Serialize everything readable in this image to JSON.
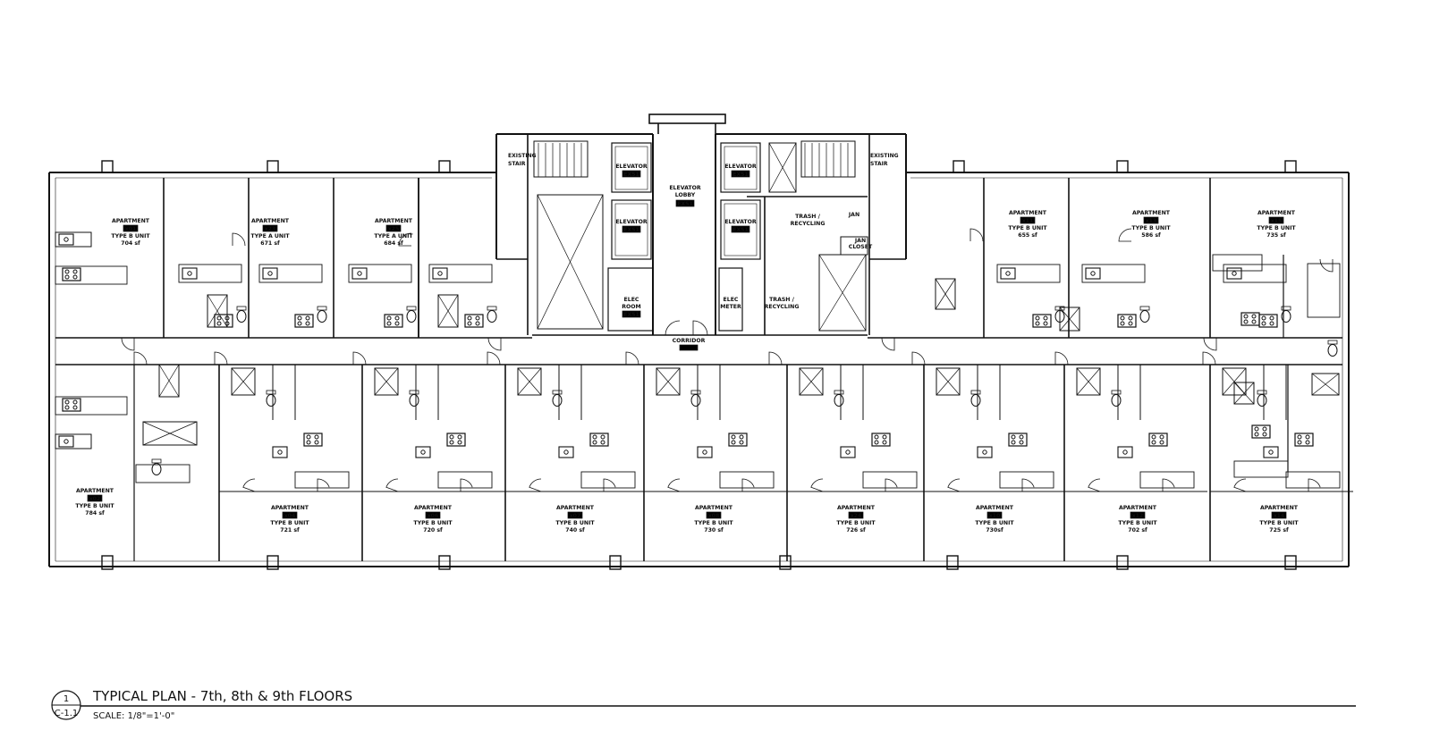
{
  "title_block": {
    "number": "1",
    "sheet": "C-1.1",
    "title": "TYPICAL PLAN - 7th, 8th & 9th FLOORS",
    "scale": "SCALE:  1/8\"=1'-0\""
  },
  "core_rooms": {
    "stair_left": [
      "EXISTING",
      "STAIR"
    ],
    "stair_right": [
      "EXISTING",
      "STAIR"
    ],
    "elevator": "ELEVATOR",
    "elevator_tag": "EX51",
    "elevator_lobby": [
      "ELEVATOR",
      "LOBBY"
    ],
    "elec_room": [
      "ELEC",
      "ROOM"
    ],
    "elec_meter": [
      "ELEC",
      "METER"
    ],
    "trash_1": [
      "TRASH /",
      "RECYCLING"
    ],
    "trash_2": [
      "TRASH /",
      "RECYCLING"
    ],
    "jan": "JAN",
    "jan_closet": [
      "JAN",
      "CLOSET"
    ],
    "corridor": "CORRIDOR"
  },
  "units_top": [
    {
      "label": "APARTMENT",
      "num": "x01",
      "type": "TYPE B UNIT",
      "area": "704 sf"
    },
    {
      "label": "APARTMENT",
      "num": "x23",
      "type": "TYPE A UNIT",
      "area": "671 sf"
    },
    {
      "label": "APARTMENT",
      "num": "x25",
      "type": "TYPE A UNIT",
      "area": "684 sf"
    },
    {
      "label": "APARTMENT",
      "num": "x11",
      "type": "TYPE B UNIT",
      "area": "655 sf"
    },
    {
      "label": "APARTMENT",
      "num": "x13",
      "type": "TYPE B UNIT",
      "area": "586 sf"
    },
    {
      "label": "APARTMENT",
      "num": "x15",
      "type": "TYPE B UNIT",
      "area": "735 sf"
    }
  ],
  "units_bottom": [
    {
      "label": "APARTMENT",
      "num": "x02",
      "type": "TYPE B UNIT",
      "area": "784 sf"
    },
    {
      "label": "APARTMENT",
      "num": "x04",
      "type": "TYPE B UNIT",
      "area": "721 sf"
    },
    {
      "label": "APARTMENT",
      "num": "x06",
      "type": "TYPE B UNIT",
      "area": "720 sf"
    },
    {
      "label": "APARTMENT",
      "num": "x07",
      "type": "TYPE B UNIT",
      "area": "740 sf"
    },
    {
      "label": "APARTMENT",
      "num": "x08",
      "type": "TYPE B UNIT",
      "area": "730 sf"
    },
    {
      "label": "APARTMENT",
      "num": "x24",
      "type": "TYPE B UNIT",
      "area": "726 sf"
    },
    {
      "label": "APARTMENT",
      "num": "x10",
      "type": "TYPE B UNIT",
      "area": "730sf"
    },
    {
      "label": "APARTMENT",
      "num": "x12",
      "type": "TYPE B UNIT",
      "area": "702 sf"
    },
    {
      "label": "APARTMENT",
      "num": "x14",
      "type": "TYPE B UNIT",
      "area": "725 sf"
    }
  ]
}
